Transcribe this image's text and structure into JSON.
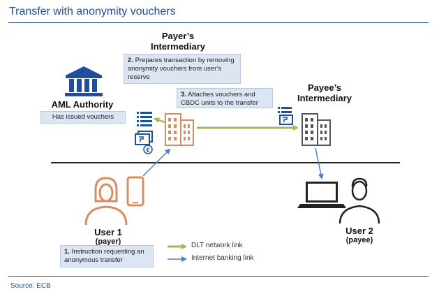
{
  "title": "Transfer with anonymity vouchers",
  "source": "Source: ECB",
  "nodes": {
    "payer_intermediary": "Payer’s Intermediary",
    "payee_intermediary": "Payee’s Intermediary",
    "aml_authority": "AML Authority",
    "user1": "User 1",
    "user1_role": "(payer)",
    "user2": "User 2",
    "user2_role": "(payee)"
  },
  "notes": {
    "step2_num": "2.",
    "step2_text": "Prepares transaction by removing anonymity vouchers from user’s  reserve",
    "step3_num": "3.",
    "step3_text": "Attaches vouchers and CBDC units to the transfer",
    "aml_note": "Has issued vouchers",
    "step1_num": "1.",
    "step1_text": "Instruction requesting an anonymous transfer"
  },
  "legend": {
    "dlt": "DLT network link",
    "internet": "Internet banking link"
  },
  "glyphs": {
    "euro": "€"
  },
  "colors": {
    "title": "#1f4e9c",
    "dlt_link": "#9bbb59",
    "internet_link": "#4f81bd",
    "user1_accent": "#d98c5f",
    "payee_bank": "#555555",
    "note_fill": "#dce6f2"
  }
}
